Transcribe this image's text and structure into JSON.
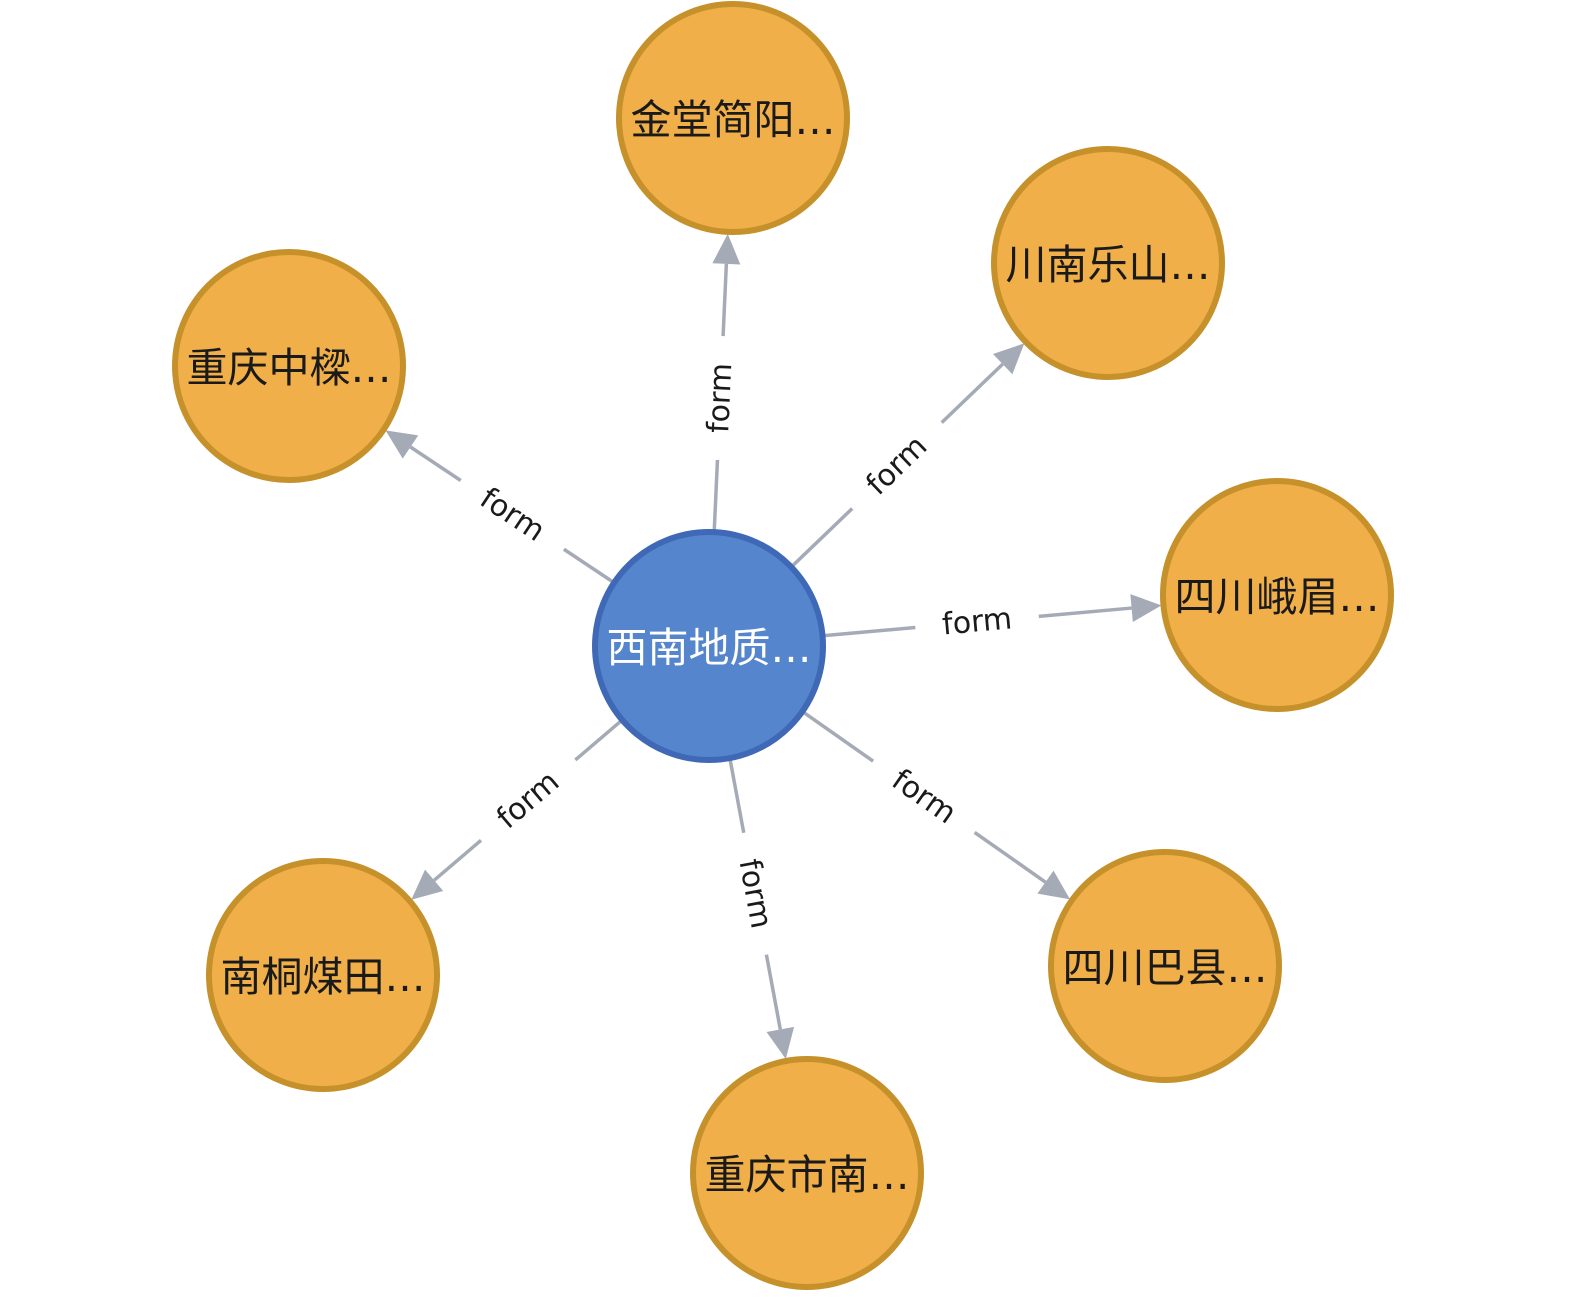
{
  "graph": {
    "colors": {
      "center_fill": "#5585cc",
      "center_stroke": "#3f69b6",
      "center_text": "#ffffff",
      "leaf_fill": "#f0af48",
      "leaf_stroke": "#c6912a",
      "leaf_text": "#1a1a1a",
      "edge": "#a5abb6"
    },
    "center": {
      "id": "center",
      "label": "西南地质…"
    },
    "nodes": [
      {
        "id": "n-jintang",
        "label": "金堂简阳…"
      },
      {
        "id": "n-chuannan",
        "label": "川南乐山…"
      },
      {
        "id": "n-emei",
        "label": "四川峨眉…"
      },
      {
        "id": "n-baxian",
        "label": "四川巴县…"
      },
      {
        "id": "n-chongqing-nan",
        "label": "重庆市南…"
      },
      {
        "id": "n-nantong",
        "label": "南桐煤田…"
      },
      {
        "id": "n-chongqing-zhong",
        "label": "重庆中樑…"
      }
    ],
    "edges": [
      {
        "from": "center",
        "to": "n-jintang",
        "label": "form"
      },
      {
        "from": "center",
        "to": "n-chuannan",
        "label": "form"
      },
      {
        "from": "center",
        "to": "n-emei",
        "label": "form"
      },
      {
        "from": "center",
        "to": "n-baxian",
        "label": "form"
      },
      {
        "from": "center",
        "to": "n-chongqing-nan",
        "label": "form"
      },
      {
        "from": "center",
        "to": "n-nantong",
        "label": "form"
      },
      {
        "from": "center",
        "to": "n-chongqing-zhong",
        "label": "form"
      }
    ]
  }
}
